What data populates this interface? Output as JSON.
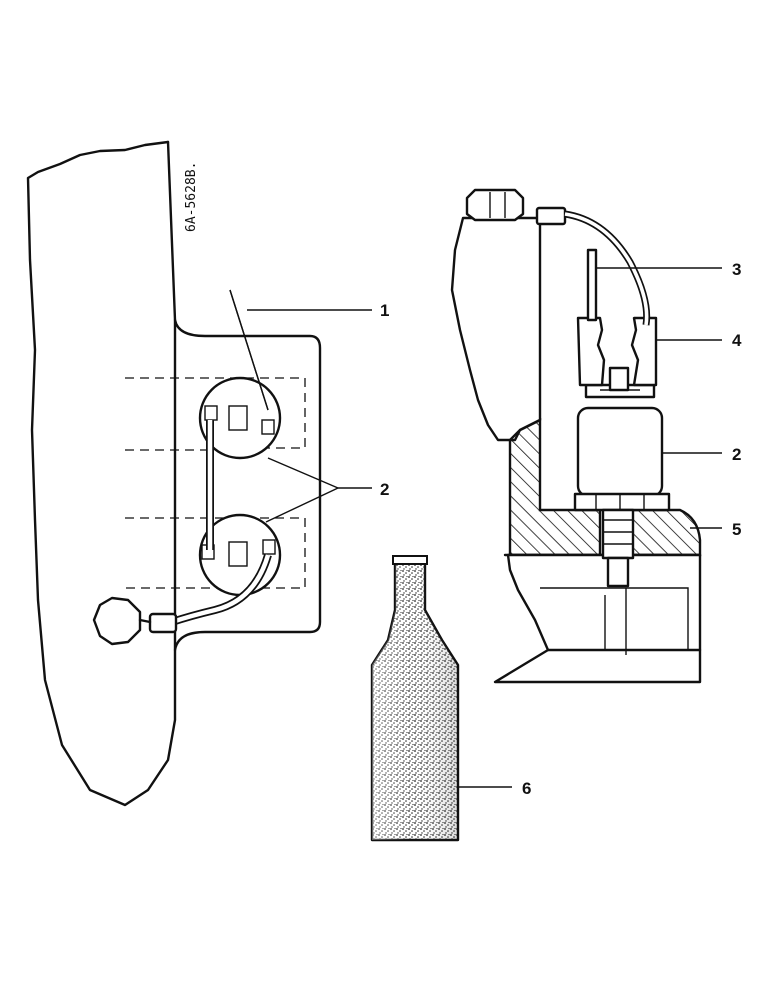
{
  "drawing_code": "6A-5628B.",
  "callouts": {
    "c1": "1",
    "c2a": "2",
    "c2b": "2",
    "c3": "3",
    "c4": "4",
    "c5": "5",
    "c6": "6"
  },
  "colors": {
    "ink": "#111111",
    "paper": "#ffffff"
  }
}
